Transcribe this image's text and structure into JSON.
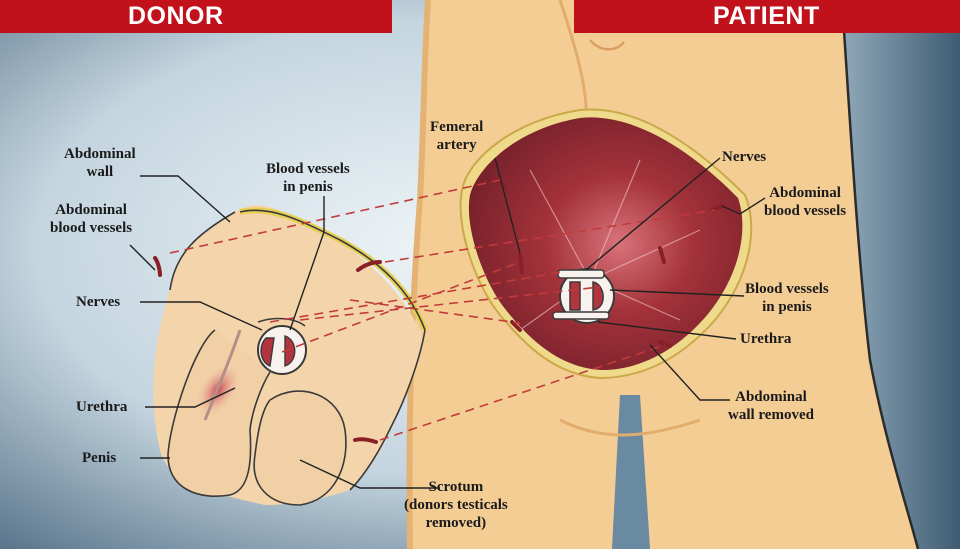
{
  "headers": {
    "donor": "DONOR",
    "patient": "PATIENT"
  },
  "donor_labels": {
    "abdominal_wall": [
      "Abdominal",
      "wall"
    ],
    "abdominal_blood_vessels": [
      "Abdominal",
      "blood vessels"
    ],
    "blood_vessels_in_penis": [
      "Blood vessels",
      "in penis"
    ],
    "nerves": "Nerves",
    "urethra": "Urethra",
    "penis": "Penis",
    "scrotum": "Scrotum",
    "scrotum_note": [
      "(donors testicals",
      "removed)"
    ]
  },
  "patient_labels": {
    "femeral_artery": [
      "Femeral",
      "artery"
    ],
    "nerves": "Nerves",
    "abdominal_blood_vessels": [
      "Abdominal",
      "blood vessels"
    ],
    "blood_vessels_in_penis": [
      "Blood vessels",
      "in penis"
    ],
    "urethra": "Urethra",
    "abdominal_wall_removed": [
      "Abdominal",
      "wall removed"
    ]
  },
  "colors": {
    "banner": "#c1121c",
    "skin": "#f4cd95",
    "skin_shadow": "#e8b577",
    "tissue": "#a4323a",
    "tissue_dark": "#7e1f28",
    "background_light": "#e3edf1",
    "background_dark": "#3e5b72",
    "dashed_line": "#c23b3b",
    "fat_edge": "#e6cf55"
  }
}
